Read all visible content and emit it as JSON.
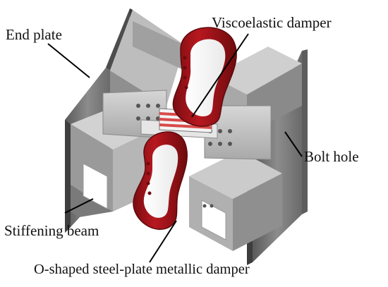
{
  "labels": {
    "end_plate": "End plate",
    "viscoelastic_damper": "Viscoelastic damper",
    "bolt_hole": "Bolt hole",
    "stiffening_beam": "Stiffening beam",
    "o_shaped_damper": "O-shaped steel-plate metallic damper"
  },
  "colors": {
    "steel_dark": "#6e6e6e",
    "steel_mid": "#9c9c9c",
    "steel_light": "#c4c4c4",
    "damper_red": "#a3141a",
    "damper_red_dark": "#6d0b0e",
    "visco_stripe": "#d94a4a",
    "leader_line": "#000000",
    "text": "#111111"
  }
}
